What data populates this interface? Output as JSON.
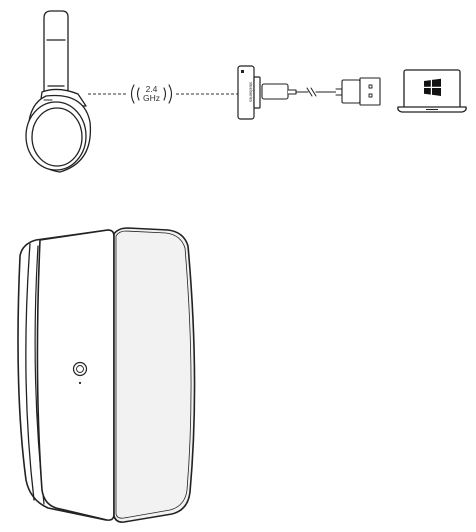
{
  "wireless": {
    "frequency": "2.4",
    "unit": "GHz"
  },
  "dongle": {
    "brand": "steelseries"
  },
  "colors": {
    "outline": "#222222",
    "cushion_fill": "#f2f2f2",
    "body_fill": "#ffffff",
    "dashed_link": "#333333",
    "os_logo": "#111111"
  },
  "icons": {
    "headset": "headset-icon",
    "wireless": "wireless-signal-icon",
    "dongle": "usb-dongle-icon",
    "cable": "usb-cable-icon",
    "laptop": "laptop-icon",
    "os": "windows-logo-icon",
    "earcup": "earcup-detail-icon",
    "button": "power-button-icon"
  }
}
